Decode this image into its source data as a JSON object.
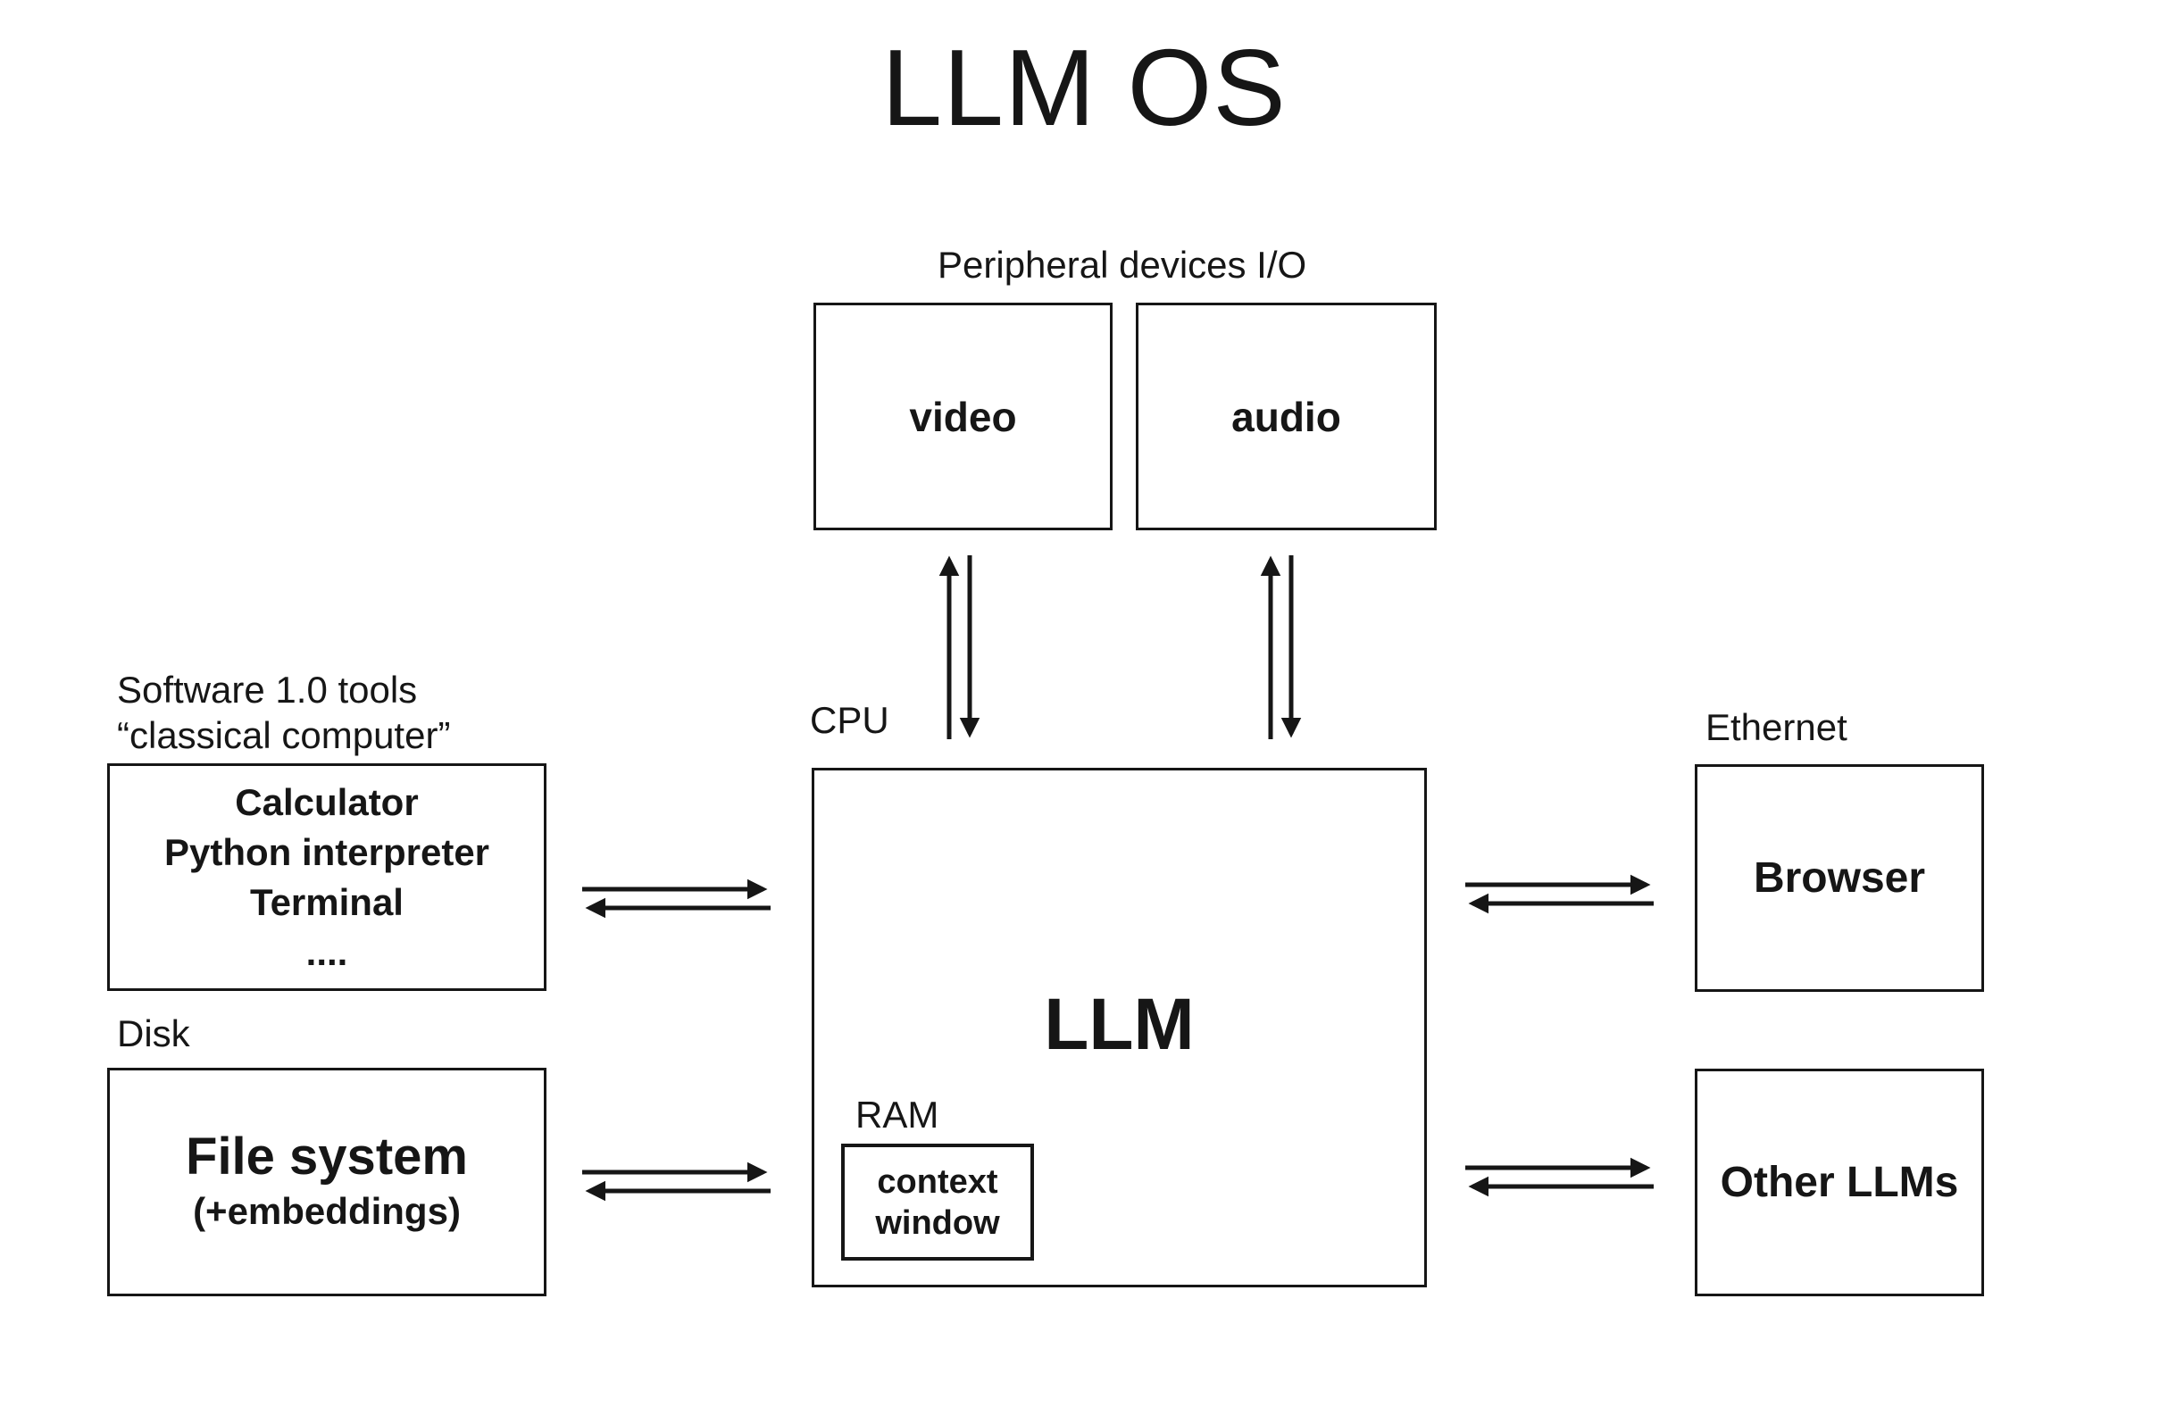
{
  "title": "LLM OS",
  "peripherals": {
    "label": "Peripheral devices I/O",
    "video_label": "video",
    "audio_label": "audio"
  },
  "software_tools": {
    "label_line1": "Software 1.0 tools",
    "label_line2": "“classical computer”",
    "items": [
      "Calculator",
      "Python interpreter",
      "Terminal",
      "...."
    ]
  },
  "disk": {
    "label": "Disk",
    "name": "File system",
    "detail": "(+embeddings)"
  },
  "cpu": {
    "label": "CPU",
    "name": "LLM",
    "ram_label": "RAM",
    "context_window": "context window"
  },
  "ethernet": {
    "label": "Ethernet",
    "browser_label": "Browser",
    "other_llms_label": "Other LLMs"
  },
  "connections": [
    {
      "from": "llm-cpu",
      "to": "video",
      "bidirectional": true
    },
    {
      "from": "llm-cpu",
      "to": "audio",
      "bidirectional": true
    },
    {
      "from": "software-1.0-tools",
      "to": "llm-cpu",
      "bidirectional": true
    },
    {
      "from": "file-system",
      "to": "llm-cpu",
      "bidirectional": true
    },
    {
      "from": "llm-cpu",
      "to": "browser",
      "bidirectional": true
    },
    {
      "from": "llm-cpu",
      "to": "other-llms",
      "bidirectional": true
    }
  ],
  "colors": {
    "ink": "#161616",
    "background": "#ffffff"
  }
}
